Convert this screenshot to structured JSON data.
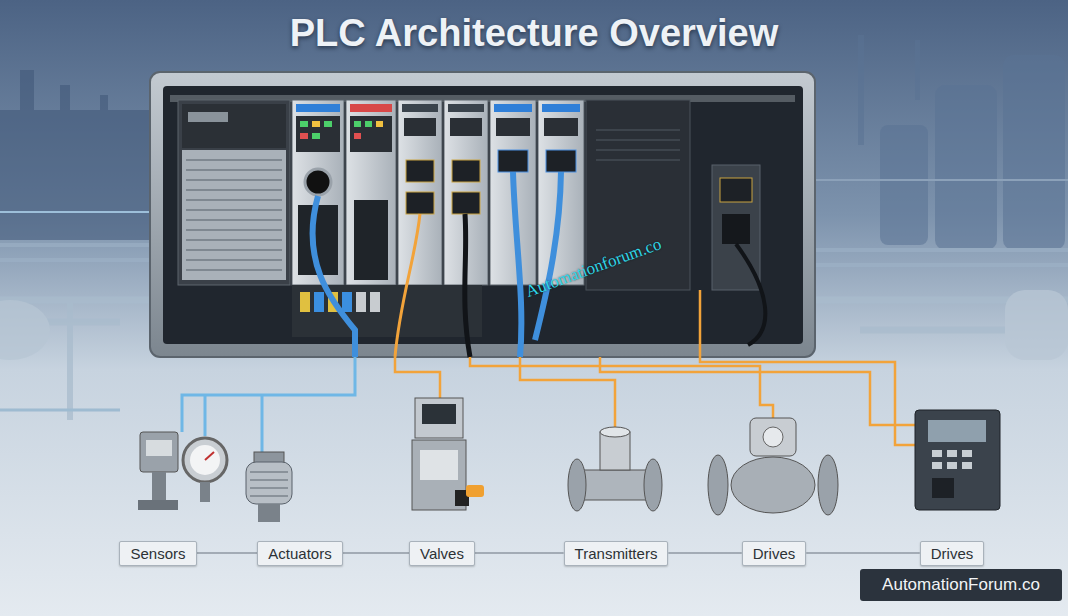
{
  "diagram": {
    "title": "PLC Architecture Overview",
    "nodes": [
      {
        "text": [
          "Sensors"
        ]
      },
      {
        "text": [
          "Actuators"
        ]
      },
      {
        "text": [
          "Valves"
        ]
      },
      {
        "text": [
          "Transmitters"
        ]
      },
      {
        "text": [
          "Drives"
        ]
      },
      {
        "text": [
          "Drives"
        ]
      }
    ],
    "edges": [
      {
        "from": 0,
        "to": 1,
        "arrow": "none"
      },
      {
        "from": 1,
        "to": 2,
        "arrow": "none"
      },
      {
        "from": 2,
        "to": 3,
        "arrow": "none"
      },
      {
        "from": 3,
        "to": 4,
        "arrow": "none"
      },
      {
        "from": 4,
        "to": 5,
        "arrow": "none"
      }
    ],
    "labels": [
      "Automationforum.co",
      "AutomationForum.co"
    ]
  }
}
